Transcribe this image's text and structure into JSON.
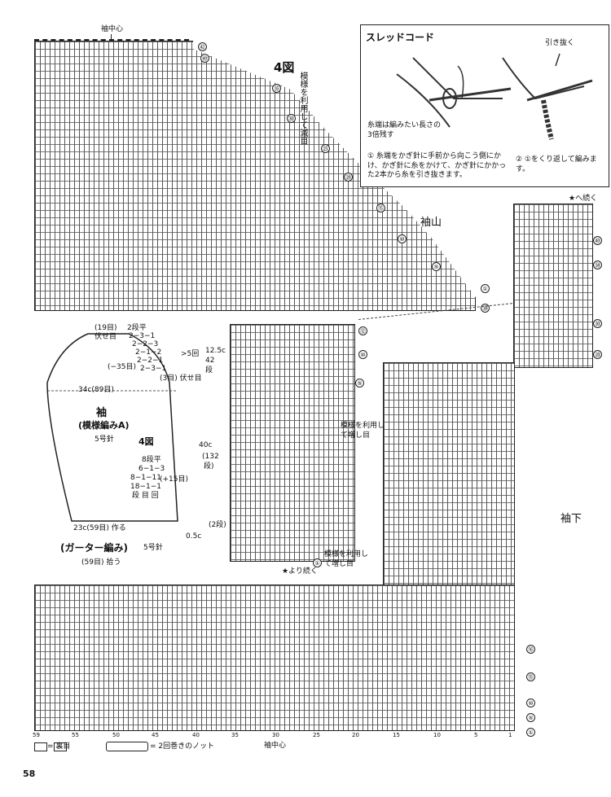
{
  "page_number": "58",
  "fig_label": "4図",
  "center_label_top": "袖中心",
  "center_label_bottom": "袖中心",
  "sode_yama": "袖山",
  "sode_shita": "袖下",
  "continue_to": "★へ続く",
  "continue_from": "★より続く",
  "pattern_decrease": "模様を利用して減目",
  "pattern_increase_1": "模様を利用して増し目",
  "pattern_increase_2": "模様を利用して増し目",
  "thread_cord": {
    "title": "スレッドコード",
    "pull": "引き抜く",
    "note_left": "糸端は編みたい長さの3倍残す",
    "step1": "① 糸端をかぎ針に手前から向こう側にかけ、かぎ針に糸をかけて、かぎ針にかかった2本から糸を引き抜きます。",
    "step2": "② ①をくり返して編みます。"
  },
  "sleeve": {
    "top_a": "(19目)",
    "top_b": "伏せ目",
    "dec_1": "2段平",
    "dec_2": "2−3−1",
    "dec_3": "2−2−3",
    "dec_4": "2−1−2",
    "dec_5": "2−2−1",
    "dec_6": "2−3−1",
    "dec_side": ">5回",
    "minus35": "(−35目)",
    "bind3": "(3目) 伏せ目",
    "h1": "12.5c",
    "h1b": "42",
    "h1c": "段",
    "width_label": "34c(89目)",
    "name": "袖",
    "pattern": "(模様編みA)",
    "needle1": "5号針",
    "fig": "4図",
    "inc_1": "8段平",
    "inc_2": "6−1−3",
    "inc_3": "8−1−11",
    "inc_4": "18−1−1",
    "inc_5": "段 目 回",
    "plus15": "(+15目)",
    "h2": "40c",
    "h2b": "(132",
    "h2c": "段)",
    "h3": "0.5c",
    "h3b": "(2段)",
    "bottom_make": "23c(59目) 作る",
    "garter": "(ガーター編み)",
    "needle2": "5号針",
    "pick": "(59目) 拾う"
  },
  "legend": {
    "purl": "= 裏目",
    "knot": "= 2回巻きのノット"
  },
  "bottom_cols": [
    "59",
    "55",
    "50",
    "45",
    "40",
    "35",
    "30",
    "25",
    "20",
    "15",
    "10",
    "5",
    "1"
  ],
  "upper_right_marks": [
    "㊷",
    "㊵",
    "㉟",
    "㉚",
    "㉕",
    "⑳",
    "⑮",
    "⑩",
    "⑤",
    "①",
    "㊳"
  ],
  "top_band_marks": [
    "⑫",
    "⑩",
    "⑤",
    "①"
  ],
  "right_col_marks": [
    "㊵",
    "㊳",
    "㉚",
    "⑳"
  ],
  "lower_right_marks": [
    "⑯",
    "⑮",
    "⑩",
    "⑤",
    "①"
  ]
}
